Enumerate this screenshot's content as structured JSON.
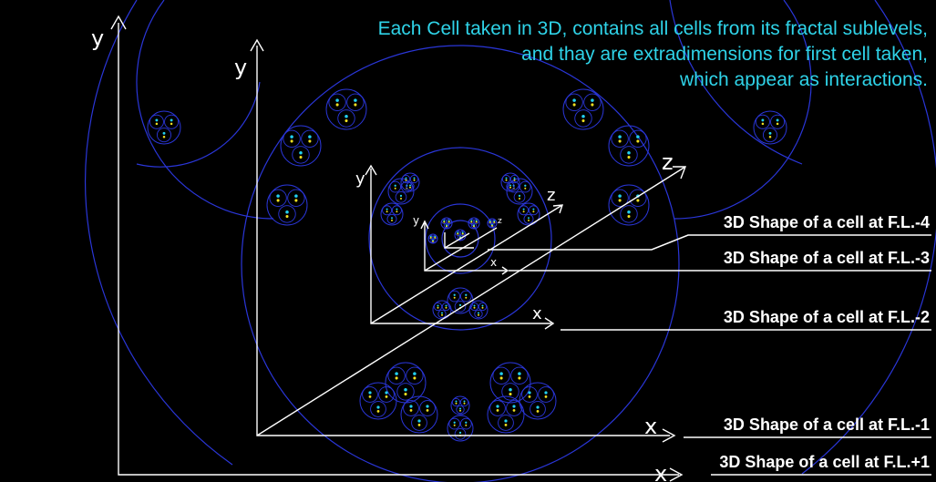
{
  "headline": {
    "line1": "Each Cell taken in 3D, contains all cells from its fractal sublevels,",
    "line2": "and thay are extradimensions for first cell taken,",
    "line3": "which appear as interactions."
  },
  "labels": {
    "fl_minus4": "3D Shape of a cell at F.L.-4",
    "fl_minus3": "3D Shape of a cell at F.L.-3",
    "fl_minus2": "3D Shape of a cell at F.L.-2",
    "fl_minus1": "3D Shape of a cell at F.L.-1",
    "fl_plus1": "3D Shape of a cell at F.L.+1"
  },
  "axes": {
    "x": "x",
    "y": "y",
    "z": "z"
  },
  "colors": {
    "background": "#000000",
    "headline": "#2fd3e8",
    "circle_stroke": "#2a36d8",
    "axis": "#ffffff",
    "dot_cyan": "#22d0f0",
    "dot_yellow": "#f0e020"
  }
}
